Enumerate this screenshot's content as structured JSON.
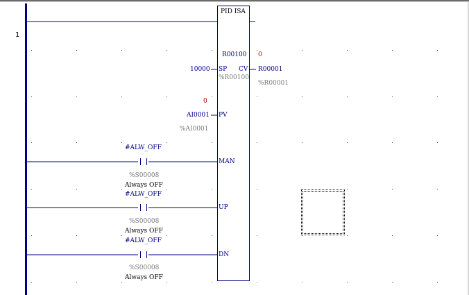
{
  "rung": {
    "number": "1"
  },
  "block": {
    "title": "PID ISA",
    "ref": "R00100",
    "ref_value": "0",
    "sp": {
      "label": "SP",
      "constant": "10000",
      "addr": "%R00100"
    },
    "cv": {
      "label": "CV",
      "ref": "R00001",
      "addr": "%R00001"
    },
    "pv": {
      "label": "PV",
      "value": "0",
      "ref": "AI0001",
      "addr": "%AI0001"
    }
  },
  "contacts": [
    {
      "pin": "MAN",
      "nickname": "#ALW_OFF",
      "addr": "%S00008",
      "description": "Always OFF"
    },
    {
      "pin": "UP",
      "nickname": "#ALW_OFF",
      "addr": "%S00008",
      "description": "Always OFF"
    },
    {
      "pin": "DN",
      "nickname": "#ALW_OFF",
      "addr": "%S00008",
      "description": "Always OFF"
    }
  ],
  "colors": {
    "wire": "#000080",
    "power_rail": "#000080",
    "value": "#c00000",
    "address": "#7a7a7a"
  }
}
